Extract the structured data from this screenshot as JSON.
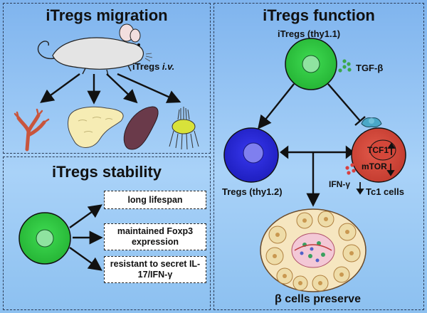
{
  "panels": {
    "migration": {
      "title": "iTregs migration"
    },
    "stability": {
      "title": "iTregs stability"
    },
    "function": {
      "title": "iTregs function"
    }
  },
  "migration": {
    "injection_label": "iTregs",
    "injection_route": "i.v."
  },
  "stability": {
    "traits": [
      "long lifespan",
      "maintained Foxp3 expression",
      "resistant to secret IL-17/IFN-γ"
    ]
  },
  "function": {
    "itreg_label": "iTregs (thy1.1)",
    "tgf_label": "TGF-β",
    "treg_label": "Tregs (thy1.2)",
    "tc1_label": "Tc1 cells",
    "tcf_label": "TCF1",
    "mtor_label": "mTOR",
    "ifn_label": "IFN-γ",
    "beta_label": "β cells preserve"
  },
  "colors": {
    "itreg_green": "#33cc44",
    "treg_blue": "#2a2ad8",
    "tc1_red": "#d8483a",
    "receptor_teal": "#4aa8c8",
    "islet_bg": "#f6e6c0"
  }
}
